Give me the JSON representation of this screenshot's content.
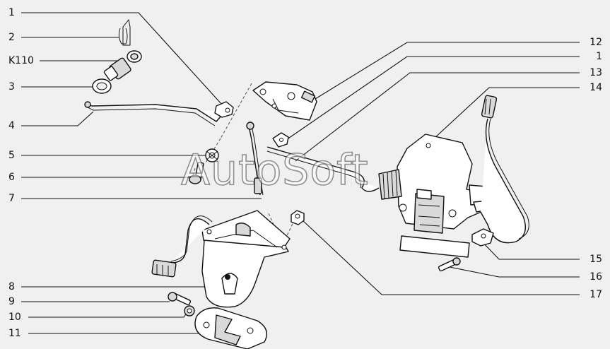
{
  "diagram": {
    "watermark": "AutoSoft",
    "callouts_left": [
      {
        "id": "c-l-1",
        "label": "1"
      },
      {
        "id": "c-l-2",
        "label": "2"
      },
      {
        "id": "c-l-k110",
        "label": "K110"
      },
      {
        "id": "c-l-3",
        "label": "3"
      },
      {
        "id": "c-l-4",
        "label": "4"
      },
      {
        "id": "c-l-5",
        "label": "5"
      },
      {
        "id": "c-l-6",
        "label": "6"
      },
      {
        "id": "c-l-7",
        "label": "7"
      },
      {
        "id": "c-l-8",
        "label": "8"
      },
      {
        "id": "c-l-9",
        "label": "9"
      },
      {
        "id": "c-l-10",
        "label": "10"
      },
      {
        "id": "c-l-11",
        "label": "11"
      }
    ],
    "callouts_right": [
      {
        "id": "c-r-12",
        "label": "12"
      },
      {
        "id": "c-r-1",
        "label": "1"
      },
      {
        "id": "c-r-13",
        "label": "13"
      },
      {
        "id": "c-r-14",
        "label": "14"
      },
      {
        "id": "c-r-15",
        "label": "15"
      },
      {
        "id": "c-r-16",
        "label": "16"
      },
      {
        "id": "c-r-17",
        "label": "17"
      }
    ]
  }
}
